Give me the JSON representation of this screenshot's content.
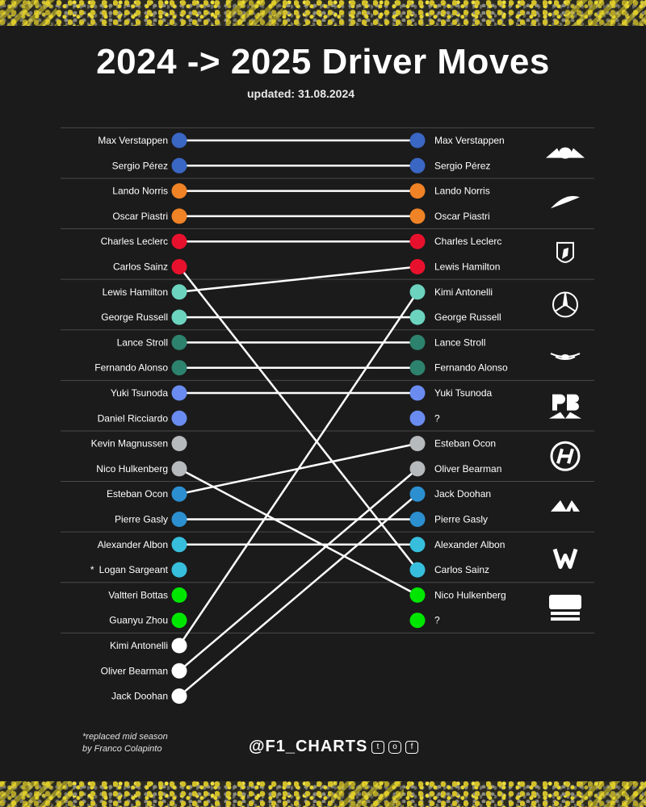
{
  "header": {
    "title": "2024 -> 2025 Driver Moves",
    "subtitle": "updated: 31.08.2024"
  },
  "colors": {
    "line": "#ffffff",
    "separator": "#4a4a4a",
    "redbull": "#3a66c4",
    "mclaren": "#f08326",
    "ferrari": "#e8112d",
    "mercedes": "#6cd3bf",
    "astonmartin": "#2d826d",
    "rb": "#6a8cf0",
    "haas": "#b6babd",
    "alpine": "#2c8fd0",
    "williams": "#37bedd",
    "sauber": "#00e600",
    "rookie": "#ffffff"
  },
  "teams": [
    {
      "logo": "redbull-logo",
      "color": "redbull"
    },
    {
      "logo": "mclaren-logo",
      "color": "mclaren"
    },
    {
      "logo": "ferrari-logo",
      "color": "ferrari"
    },
    {
      "logo": "mercedes-logo",
      "color": "mercedes"
    },
    {
      "logo": "aston-martin-logo",
      "color": "astonmartin"
    },
    {
      "logo": "rb-logo",
      "color": "rb"
    },
    {
      "logo": "haas-logo",
      "color": "haas"
    },
    {
      "logo": "alpine-logo",
      "color": "alpine"
    },
    {
      "logo": "williams-logo",
      "color": "williams"
    },
    {
      "logo": "stake-kick-sauber-logo",
      "color": "sauber"
    }
  ],
  "chart_data": {
    "type": "slope",
    "left_title": "2024",
    "right_title": "2025",
    "left": [
      {
        "name": "Max Verstappen",
        "color": "redbull"
      },
      {
        "name": "Sergio Pérez",
        "color": "redbull"
      },
      {
        "name": "Lando Norris",
        "color": "mclaren"
      },
      {
        "name": "Oscar Piastri",
        "color": "mclaren"
      },
      {
        "name": "Charles Leclerc",
        "color": "ferrari"
      },
      {
        "name": "Carlos Sainz",
        "color": "ferrari"
      },
      {
        "name": "Lewis Hamilton",
        "color": "mercedes"
      },
      {
        "name": "George Russell",
        "color": "mercedes"
      },
      {
        "name": "Lance Stroll",
        "color": "astonmartin"
      },
      {
        "name": "Fernando Alonso",
        "color": "astonmartin"
      },
      {
        "name": "Yuki Tsunoda",
        "color": "rb"
      },
      {
        "name": "Daniel Ricciardo",
        "color": "rb"
      },
      {
        "name": "Kevin Magnussen",
        "color": "haas"
      },
      {
        "name": "Nico Hulkenberg",
        "color": "haas"
      },
      {
        "name": "Esteban Ocon",
        "color": "alpine"
      },
      {
        "name": "Pierre Gasly",
        "color": "alpine"
      },
      {
        "name": "Alexander Albon",
        "color": "williams"
      },
      {
        "name": "Logan Sargeant",
        "color": "williams",
        "marker": "*"
      },
      {
        "name": "Valtteri Bottas",
        "color": "sauber"
      },
      {
        "name": "Guanyu Zhou",
        "color": "sauber"
      },
      {
        "name": "Kimi Antonelli",
        "color": "rookie"
      },
      {
        "name": "Oliver Bearman",
        "color": "rookie"
      },
      {
        "name": "Jack Doohan",
        "color": "rookie"
      }
    ],
    "right": [
      {
        "name": "Max Verstappen",
        "color": "redbull"
      },
      {
        "name": "Sergio Pérez",
        "color": "redbull"
      },
      {
        "name": "Lando Norris",
        "color": "mclaren"
      },
      {
        "name": "Oscar Piastri",
        "color": "mclaren"
      },
      {
        "name": "Charles Leclerc",
        "color": "ferrari"
      },
      {
        "name": "Lewis Hamilton",
        "color": "ferrari"
      },
      {
        "name": "Kimi Antonelli",
        "color": "mercedes"
      },
      {
        "name": "George Russell",
        "color": "mercedes"
      },
      {
        "name": "Lance Stroll",
        "color": "astonmartin"
      },
      {
        "name": "Fernando Alonso",
        "color": "astonmartin"
      },
      {
        "name": "Yuki Tsunoda",
        "color": "rb"
      },
      {
        "name": "?",
        "color": "rb"
      },
      {
        "name": "Esteban Ocon",
        "color": "haas"
      },
      {
        "name": "Oliver Bearman",
        "color": "haas"
      },
      {
        "name": "Jack Doohan",
        "color": "alpine"
      },
      {
        "name": "Pierre Gasly",
        "color": "alpine"
      },
      {
        "name": "Alexander Albon",
        "color": "williams"
      },
      {
        "name": "Carlos Sainz",
        "color": "williams"
      },
      {
        "name": "Nico Hulkenberg",
        "color": "sauber"
      },
      {
        "name": "?",
        "color": "sauber"
      }
    ]
  },
  "footer": {
    "note_line1": "*replaced mid season",
    "note_line2": "by Franco Colapinto",
    "handle": "@F1_CHARTS",
    "social_icons": [
      "twitter-icon",
      "instagram-icon",
      "facebook-icon"
    ]
  }
}
